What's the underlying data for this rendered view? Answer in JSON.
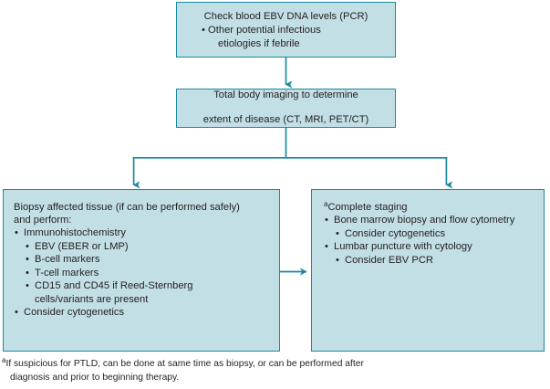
{
  "figure": {
    "type": "flowchart",
    "orientation": "top-down",
    "colors": {
      "box_fill": "#c2dfe6",
      "box_border": "#1b89a0",
      "connector": "#1b89a0",
      "text": "#231f20",
      "background": "#ffffff"
    }
  },
  "nodes": [
    {
      "id": "ebv-dna",
      "title": "Check blood EBV DNA levels (PCR)",
      "bullets": [
        "Other potential infectious etiologies if febrile"
      ]
    },
    {
      "id": "imaging",
      "title": "Total body imaging to determine\nextent of disease (CT, MRI, PET/CT)"
    },
    {
      "id": "biopsy",
      "lead": "Biopsy affected tissue (if can be performed safely)\nand perform:",
      "items": [
        {
          "label": "Immunohistochemistry",
          "children": [
            "EBV (EBER or LMP)",
            "B-cell markers",
            "T-cell markers",
            "CD15 and CD45 if Reed-Sternberg cells/variants are present"
          ]
        },
        {
          "label": "Consider cytogenetics",
          "children": []
        }
      ]
    },
    {
      "id": "staging",
      "footnote_marker": "a",
      "lead": "Complete staging",
      "items": [
        {
          "label": "Bone marrow biopsy and flow cytometry",
          "children": [
            "Consider cytogenetics"
          ]
        },
        {
          "label": "Lumbar puncture with cytology",
          "children": [
            "Consider EBV PCR"
          ]
        }
      ]
    }
  ],
  "edges": [
    {
      "from": "ebv-dna",
      "to": "imaging",
      "style": "arrow-down"
    },
    {
      "from": "imaging",
      "to": "biopsy",
      "style": "split-arrow-down-left"
    },
    {
      "from": "imaging",
      "to": "staging",
      "style": "split-arrow-down-right"
    },
    {
      "from": "biopsy",
      "to": "staging",
      "style": "arrow-right"
    }
  ],
  "footnote": {
    "marker": "a",
    "line1": "If suspicious for PTLD, can be done at same time as biopsy, or can be performed after",
    "line2": "diagnosis and prior to beginning therapy."
  },
  "labels": {
    "biopsy_lead_l1": "Biopsy affected tissue (if can be performed safely)",
    "biopsy_lead_l2": "and perform:",
    "imaging_l1": "Total body imaging to determine",
    "imaging_l2": "extent of disease (CT, MRI, PET/CT)",
    "ebv_title": "Check blood EBV DNA levels (PCR)",
    "ebv_bullet_l1": "Other potential infectious",
    "ebv_bullet_l2": "etiologies if febrile",
    "staging_lead": "Complete staging",
    "ihc": "Immunohistochemistry",
    "ihc_c1": "EBV (EBER or LMP)",
    "ihc_c2": "B-cell markers",
    "ihc_c3": "T-cell markers",
    "ihc_c4_l1": "CD15 and CD45 if Reed-Sternberg",
    "ihc_c4_l2": "cells/variants are present",
    "consider_cyto": "Consider cytogenetics",
    "bm_biopsy": "Bone marrow biopsy and flow cytometry",
    "bm_child": "Consider cytogenetics",
    "lp": "Lumbar puncture with cytology",
    "lp_child": "Consider EBV PCR",
    "bullet_glyph": "•"
  }
}
